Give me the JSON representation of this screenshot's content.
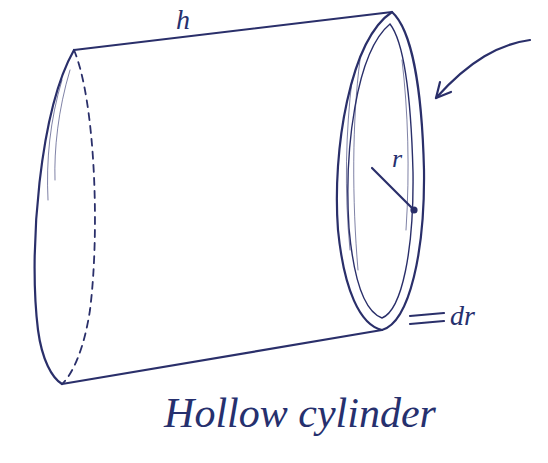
{
  "diagram": {
    "caption": "Hollow cylinder",
    "labels": [
      "h",
      "r",
      "dr"
    ]
  }
}
